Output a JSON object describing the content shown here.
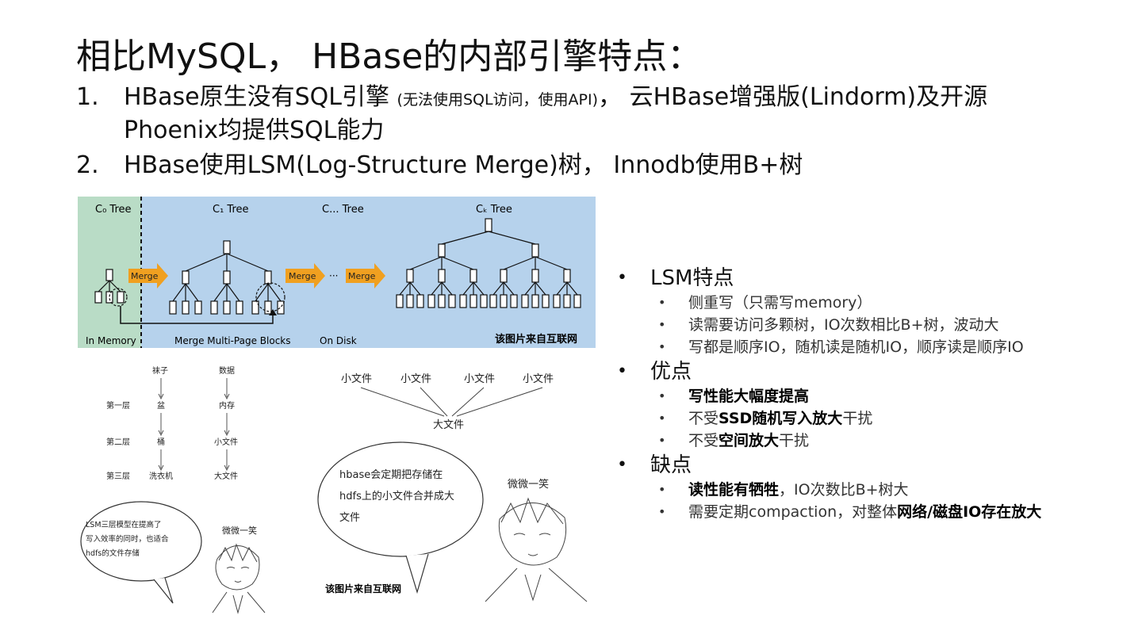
{
  "title": "相比MySQL， HBase的内部引擎特点：",
  "points": [
    {
      "num": "1.",
      "main": "HBase原生没有SQL引擎 ",
      "small": "(无法使用SQL访问，使用API)",
      "rest": "， 云HBase增强版(Lindorm)及开源",
      "line2": "Phoenix均提供SQL能力"
    },
    {
      "num": "2.",
      "text": "HBase使用LSM(Log-Structure Merge)树， Innodb使用B+树"
    }
  ],
  "lsm_diagram": {
    "c0": "C₀ Tree",
    "c1": "C₁ Tree",
    "cdots": "C... Tree",
    "ck": "Cₖ Tree",
    "merge": "Merge",
    "dots": "···",
    "in_memory": "In Memory",
    "merge_blocks": "Merge Multi-Page Blocks",
    "on_disk": "On Disk",
    "credit": "该图片来自互联网",
    "colors": {
      "memory": "#b9dcc6",
      "disk": "#b6d2ec",
      "arrow": "#f0a020"
    }
  },
  "cartoon_left": {
    "col1": [
      "袜子",
      "盆",
      "桶",
      "洗衣机"
    ],
    "col2": [
      "数据",
      "内存",
      "小文件",
      "大文件"
    ],
    "levels": [
      "第一层",
      "第二层",
      "第三层"
    ],
    "bubble": [
      "LSM三层模型在提高了",
      "写入效率的同时，也适合",
      "hdfs的文件存储"
    ],
    "smile": "微微一笑"
  },
  "cartoon_right": {
    "small_files": [
      "小文件",
      "小文件",
      "小文件",
      "小文件"
    ],
    "big_file": "大文件",
    "bubble": [
      "hbase会定期把存储在",
      "hdfs上的小文件合并成大",
      "文件"
    ],
    "smile": "微微一笑",
    "credit": "该图片来自互联网"
  },
  "right": {
    "lsm_title": "LSM特点",
    "lsm_items": [
      "侧重写（只需写memory）",
      "读需要访问多颗树，IO次数相比B+树，波动大",
      "写都是顺序IO，随机读是随机IO，顺序读是顺序IO"
    ],
    "pros_title": "优点",
    "pros_1": "写性能大幅度提高",
    "pros_2_pre": "不受",
    "pros_2_bold": "SSD随机写入放大",
    "pros_2_post": "干扰",
    "pros_3_pre": "不受",
    "pros_3_bold": "空间放大",
    "pros_3_post": "干扰",
    "cons_title": "缺点",
    "cons_1_bold": "读性能有牺牲",
    "cons_1_post": "，IO次数比B+树大",
    "cons_2_pre": "需要定期compaction，对整体",
    "cons_2_bold": "网络/磁盘IO存在放大"
  }
}
